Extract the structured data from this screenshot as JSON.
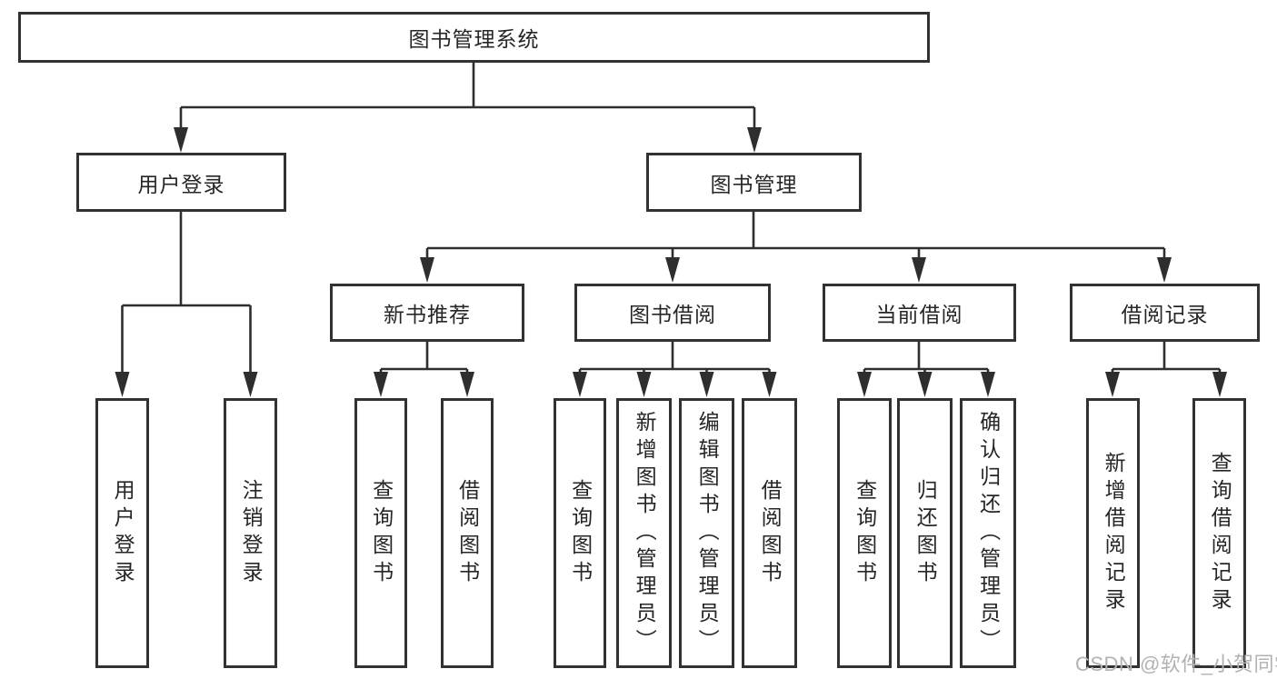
{
  "tree": {
    "root": "图书管理系统",
    "branches": [
      {
        "label": "用户登录",
        "leaves": [
          "用户登录",
          "注销登录"
        ]
      },
      {
        "label": "图书管理",
        "groups": [
          {
            "label": "新书推荐",
            "leaves": [
              "查询图书",
              "借阅图书"
            ]
          },
          {
            "label": "图书借阅",
            "leaves": [
              "查询图书",
              "新增图书（管理员）",
              "编辑图书（管理员）",
              "借阅图书"
            ]
          },
          {
            "label": "当前借阅",
            "leaves": [
              "查询图书",
              "归还图书",
              "确认归还（管理员）"
            ]
          },
          {
            "label": "借阅记录",
            "leaves": [
              "新增借阅记录",
              "查询借阅记录"
            ]
          }
        ]
      }
    ]
  },
  "watermark": "CSDN @软件_小贺同学",
  "colors": {
    "line": "#2e2e2e",
    "border": "#323232",
    "text": "#262626",
    "watermark": "#b2b2b2"
  }
}
